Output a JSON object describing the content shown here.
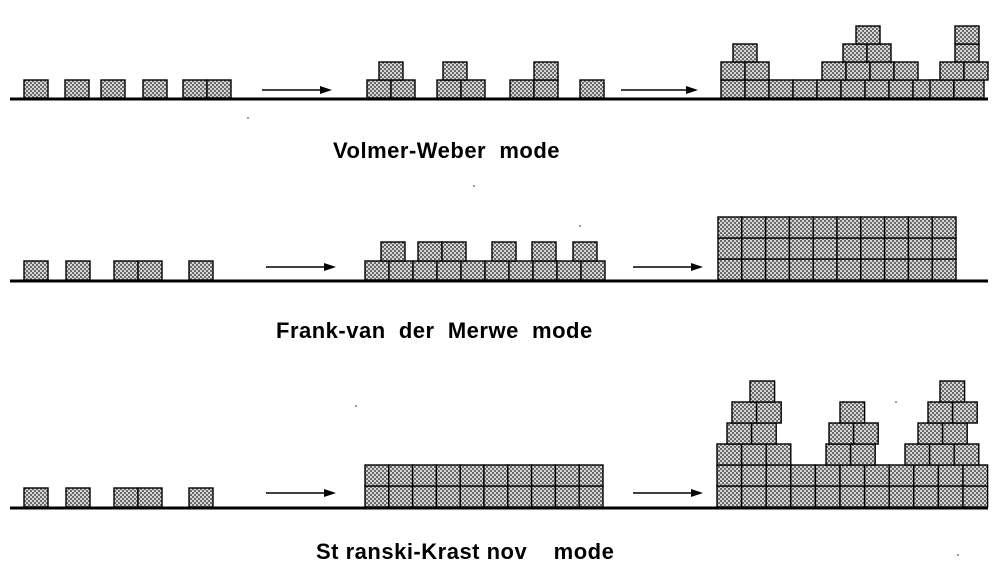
{
  "modes": [
    {
      "id": "volmer-weber",
      "label": "Volmer-Weber  mode"
    },
    {
      "id": "frank-van-der-merwe",
      "label": "Frank-van  der  Merwe  mode"
    },
    {
      "id": "stranski-krastanov",
      "label": "St ranski-Krast nov    mode"
    }
  ]
}
